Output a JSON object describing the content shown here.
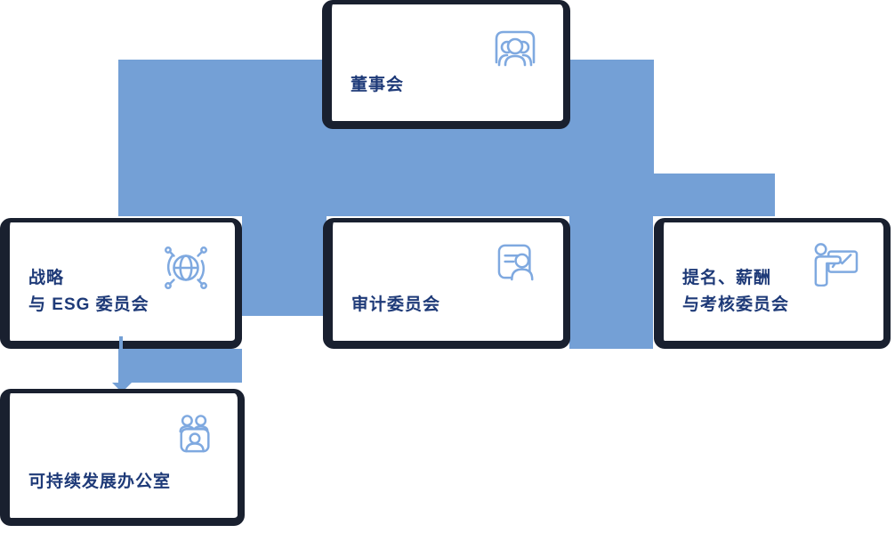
{
  "palette": {
    "connector_blue": "#74A0D6",
    "card_border_dark": "#19202F",
    "label_navy": "#1E3A78",
    "icon_blue": "#7FA9E0",
    "background": "#FFFFFF"
  },
  "org_chart": {
    "board": {
      "label": "董事会",
      "icon": "people-group-icon"
    },
    "strategy_esg": {
      "line1": "战略",
      "line2": "与 ESG 委员会",
      "icon": "globe-network-icon"
    },
    "audit": {
      "label": "审计委员会",
      "icon": "id-card-person-icon"
    },
    "nomination": {
      "line1": "提名、薪酬",
      "line2": "与考核委员会",
      "icon": "presenter-whiteboard-icon"
    },
    "sustainability_office": {
      "label": "可持续发展办公室",
      "icon": "team-meeting-icon"
    }
  }
}
